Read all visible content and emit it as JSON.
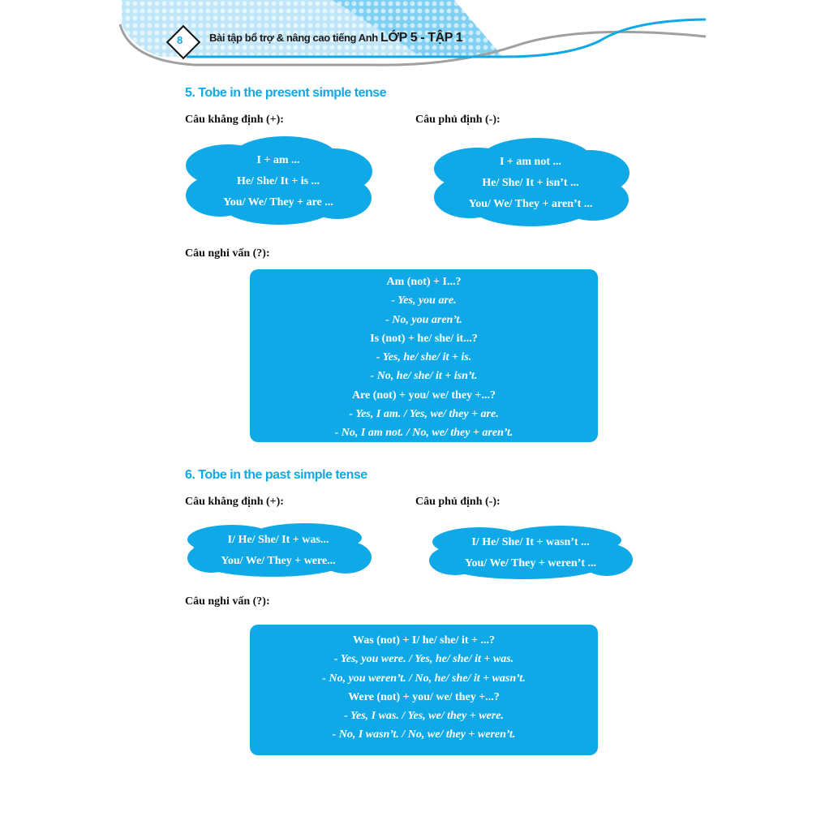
{
  "header": {
    "page_number": "8",
    "title": "Bài tập bổ trợ & nâng cao tiếng Anh",
    "title_bold": "LỚP 5 - TẬP 1"
  },
  "section5": {
    "title": "5. Tobe in the present simple tense",
    "affirmative_label": "Câu khẳng định (+):",
    "negative_label": "Câu phủ định (-):",
    "affirmative": [
      "I + am ...",
      "He/ She/ It + is ...",
      "You/ We/ They + are ..."
    ],
    "negative": [
      "I + am not ...",
      "He/ She/ It + isn’t ...",
      "You/ We/ They + aren’t ..."
    ],
    "question_label": "Câu nghi vấn (?):",
    "questions": [
      {
        "text": "Am (not) + I...?",
        "italic": false
      },
      {
        "text": "- Yes, you are.",
        "italic": true
      },
      {
        "text": "- No, you aren’t.",
        "italic": true
      },
      {
        "text": "Is (not) + he/ she/ it...?",
        "italic": false
      },
      {
        "text": "- Yes, he/ she/ it + is.",
        "italic": true
      },
      {
        "text": "- No, he/ she/ it + isn’t.",
        "italic": true
      },
      {
        "text": "Are (not) + you/ we/ they +...?",
        "italic": false
      },
      {
        "text": "- Yes, I am. / Yes, we/ they + are.",
        "italic": true
      },
      {
        "text": "- No, I am not. / No, we/ they + aren’t.",
        "italic": true
      }
    ]
  },
  "section6": {
    "title": "6. Tobe in the past simple tense",
    "affirmative_label": "Câu khẳng định (+):",
    "negative_label": "Câu phủ định (-):",
    "affirmative": [
      "I/ He/ She/ It + was...",
      "You/ We/ They + were..."
    ],
    "negative": [
      "I/ He/ She/ It + wasn’t ...",
      "You/ We/ They + weren’t ..."
    ],
    "question_label": "Câu nghi vấn (?):",
    "questions": [
      {
        "text": "Was (not) + I/ he/ she/ it + ...?",
        "italic": false
      },
      {
        "text": "- Yes, you were. / Yes, he/ she/ it + was.",
        "italic": true
      },
      {
        "text": "- No, you weren’t. / No, he/ she/ it + wasn’t.",
        "italic": true
      },
      {
        "text": "Were (not) + you/ we/ they +...?",
        "italic": false
      },
      {
        "text": "- Yes, I was. / Yes, we/ they + were.",
        "italic": true
      },
      {
        "text": "- No, I wasn’t. / No, we/ they + weren’t.",
        "italic": true
      }
    ]
  },
  "colors": {
    "accent": "#0ea9e6"
  }
}
